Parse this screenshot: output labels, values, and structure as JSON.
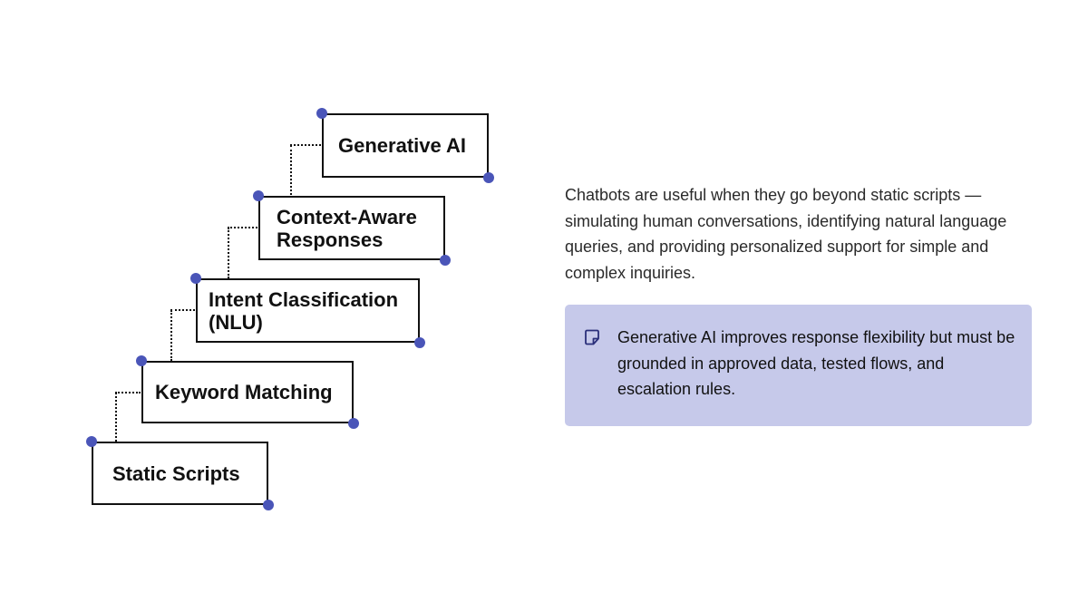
{
  "diagram": {
    "steps": [
      {
        "label": "Generative AI"
      },
      {
        "label": "Context-Aware\nResponses"
      },
      {
        "label": "Intent Classification\n(NLU)"
      },
      {
        "label": "Keyword Matching"
      },
      {
        "label": "Static Scripts"
      }
    ]
  },
  "description": "Chatbots are useful when they go beyond static scripts — simulating human conversations, identifying natural language queries, and providing personalized support for simple and complex inquiries.",
  "note": {
    "icon": "sticky-note-icon",
    "text": "Generative AI improves response flexibility but must be grounded in approved data, tested flows, and escalation rules."
  },
  "colors": {
    "accent_dot": "#4a55b8",
    "note_background": "#c6c9ea",
    "box_border": "#111111"
  }
}
